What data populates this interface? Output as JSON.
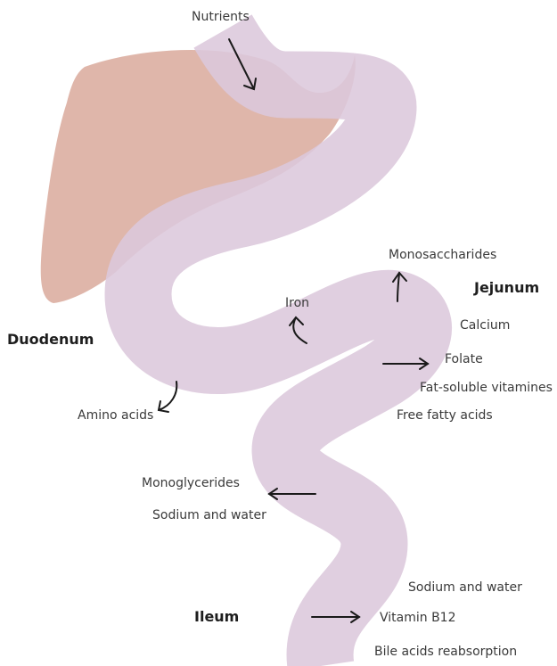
{
  "colors": {
    "liver": "#d9a99b",
    "intestine": "#dcc8dc",
    "arrow": "#1a1a1a",
    "text": "#3a3a3a",
    "section_text": "#1e1e1e"
  },
  "icons": [
    "liver-shape",
    "intestine-shape",
    "arrow-icon"
  ],
  "labels": {
    "nutrients": "Nutrients",
    "monosaccharides": "Monosaccharides",
    "jejunum": "Jejunum",
    "iron": "Iron",
    "calcium": "Calcium",
    "duodenum": "Duodenum",
    "folate": "Folate",
    "fat_soluble_vitamines": "Fat-soluble vitamines",
    "amino_acids": "Amino acids",
    "free_fatty_acids": "Free fatty acids",
    "monoglycerides": "Monoglycerides",
    "sodium_water_1": "Sodium and water",
    "sodium_water_2": "Sodium and water",
    "ileum": "Ileum",
    "vitamin_b12": "Vitamin B12",
    "bile_acids": "Bile acids reabsorption"
  }
}
